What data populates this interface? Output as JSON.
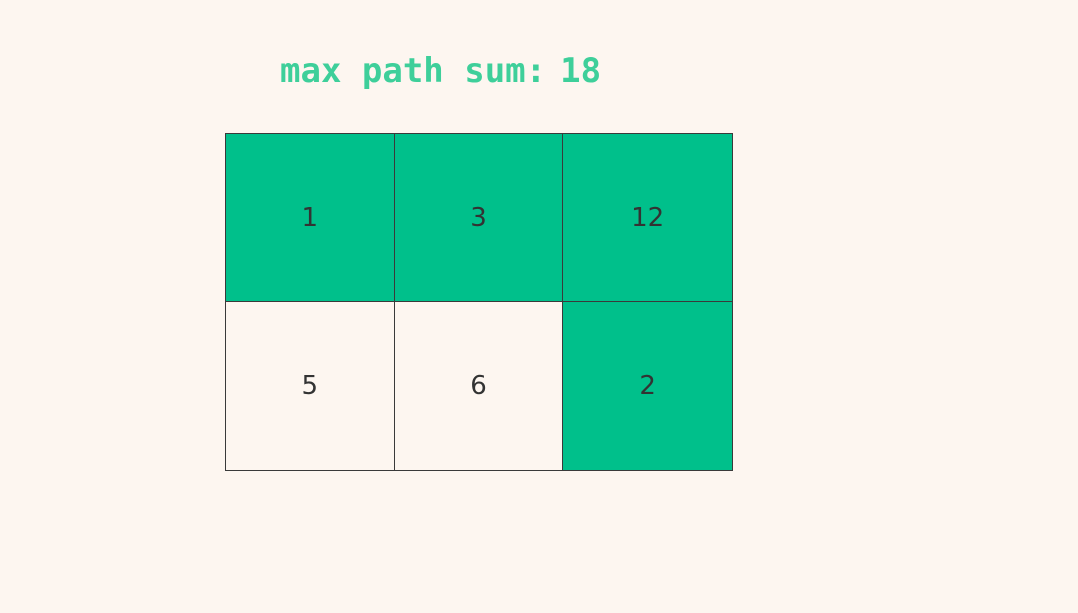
{
  "title": {
    "label": "max path sum:",
    "value": "18"
  },
  "grid": {
    "rows": [
      [
        {
          "value": "1",
          "on_path": true
        },
        {
          "value": "3",
          "on_path": true
        },
        {
          "value": "12",
          "on_path": true
        }
      ],
      [
        {
          "value": "5",
          "on_path": false
        },
        {
          "value": "6",
          "on_path": false
        },
        {
          "value": "2",
          "on_path": true
        }
      ]
    ]
  },
  "colors": {
    "path": "#00c08b",
    "title": "#3ecf9a",
    "background": "#fdf6f0"
  }
}
